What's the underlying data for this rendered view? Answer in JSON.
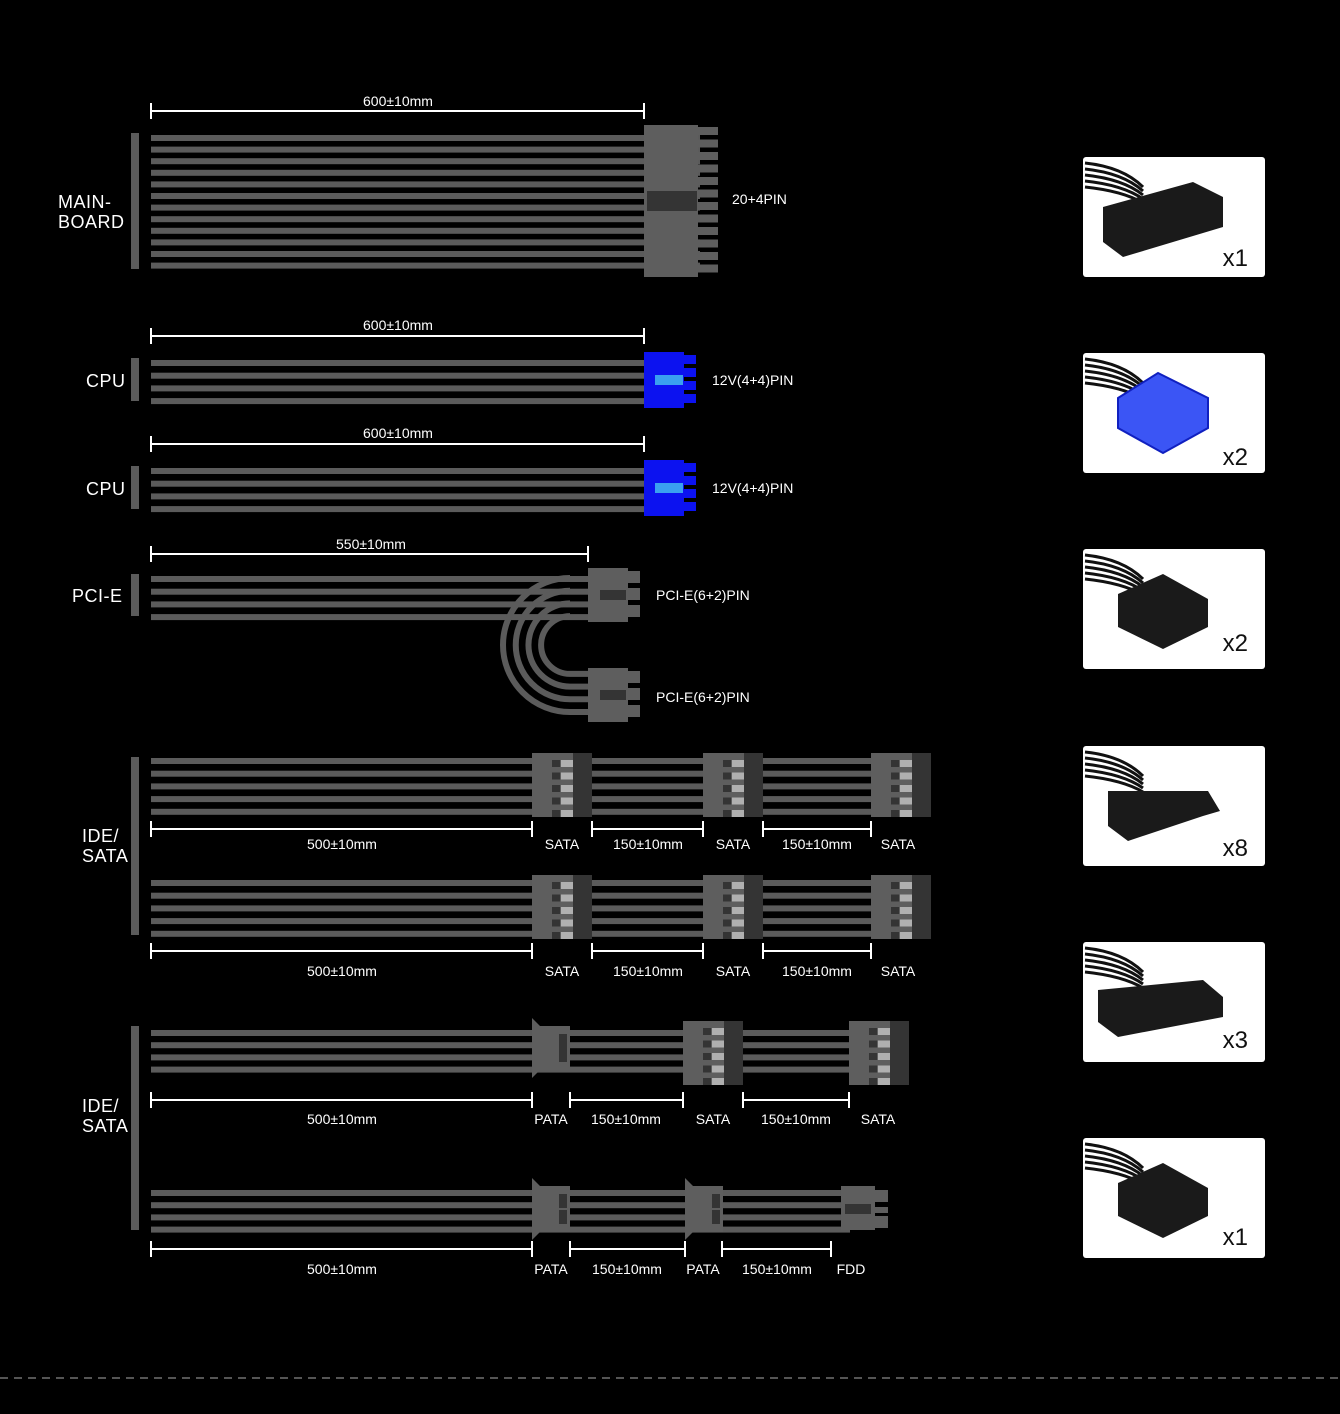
{
  "groups": {
    "mainboard": [
      "MAIN-",
      "BOARD"
    ],
    "cpu1": "CPU",
    "cpu2": "CPU",
    "pcie": "PCI-E",
    "ide_sata_1": [
      "IDE/",
      "SATA"
    ],
    "ide_sata_2": [
      "IDE/",
      "SATA"
    ]
  },
  "dims": {
    "mb": "600±10mm",
    "cpu1": "600±10mm",
    "cpu2": "600±10mm",
    "pcie": "550±10mm",
    "sata_main": "500±10mm",
    "seg": "150±10mm"
  },
  "connectors": {
    "mb": "20+4PIN",
    "cpu": "12V(4+4)PIN",
    "pcie": "PCI-E(6+2)PIN",
    "sata": "SATA",
    "pata": "PATA",
    "fdd": "FDD"
  },
  "thumbnails": [
    {
      "icon": "atx-24pin-connector",
      "count": "x1"
    },
    {
      "icon": "eps-8pin-connector",
      "count": "x2"
    },
    {
      "icon": "pcie-8pin-connector",
      "count": "x2"
    },
    {
      "icon": "sata-connector",
      "count": "x8"
    },
    {
      "icon": "molex-connector",
      "count": "x3"
    },
    {
      "icon": "fdd-connector",
      "count": "x1"
    }
  ],
  "colors": {
    "wire": "#5b5b5b",
    "connector": "#5e5e5e",
    "slot": "#343434",
    "cpu_blue": "#0c12f0",
    "cpu_light": "#3aa0f0"
  }
}
